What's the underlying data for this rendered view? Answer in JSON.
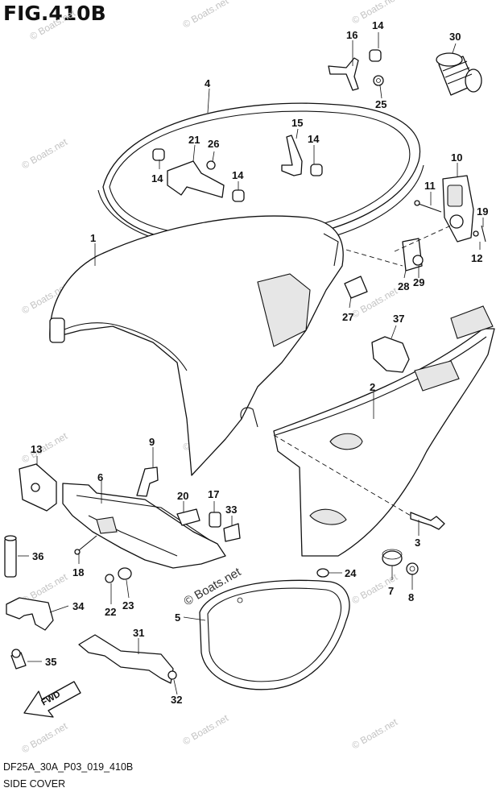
{
  "figure_title": "FIG.410B",
  "figure_code": "DF25A_30A_P03_019_410B",
  "section_title": "SIDE COVER",
  "watermark": "© Boats.net",
  "direction_arrow": "FWD",
  "callouts": [
    {
      "id": "c1",
      "label": "1"
    },
    {
      "id": "c2",
      "label": "2"
    },
    {
      "id": "c3",
      "label": "3"
    },
    {
      "id": "c4",
      "label": "4"
    },
    {
      "id": "c5",
      "label": "5"
    },
    {
      "id": "c6",
      "label": "6"
    },
    {
      "id": "c7",
      "label": "7"
    },
    {
      "id": "c8",
      "label": "8"
    },
    {
      "id": "c9",
      "label": "9"
    },
    {
      "id": "c10",
      "label": "10"
    },
    {
      "id": "c11",
      "label": "11"
    },
    {
      "id": "c12",
      "label": "12"
    },
    {
      "id": "c13",
      "label": "13"
    },
    {
      "id": "c14a",
      "label": "14"
    },
    {
      "id": "c14b",
      "label": "14"
    },
    {
      "id": "c14c",
      "label": "14"
    },
    {
      "id": "c14d",
      "label": "14"
    },
    {
      "id": "c15",
      "label": "15"
    },
    {
      "id": "c16",
      "label": "16"
    },
    {
      "id": "c17",
      "label": "17"
    },
    {
      "id": "c18",
      "label": "18"
    },
    {
      "id": "c19",
      "label": "19"
    },
    {
      "id": "c20",
      "label": "20"
    },
    {
      "id": "c21",
      "label": "21"
    },
    {
      "id": "c22",
      "label": "22"
    },
    {
      "id": "c23",
      "label": "23"
    },
    {
      "id": "c24",
      "label": "24"
    },
    {
      "id": "c25",
      "label": "25"
    },
    {
      "id": "c26",
      "label": "26"
    },
    {
      "id": "c27",
      "label": "27"
    },
    {
      "id": "c28",
      "label": "28"
    },
    {
      "id": "c29",
      "label": "29"
    },
    {
      "id": "c30",
      "label": "30"
    },
    {
      "id": "c31",
      "label": "31"
    },
    {
      "id": "c32",
      "label": "32"
    },
    {
      "id": "c33",
      "label": "33"
    },
    {
      "id": "c34",
      "label": "34"
    },
    {
      "id": "c35",
      "label": "35"
    },
    {
      "id": "c36",
      "label": "36"
    },
    {
      "id": "c37",
      "label": "37"
    }
  ]
}
